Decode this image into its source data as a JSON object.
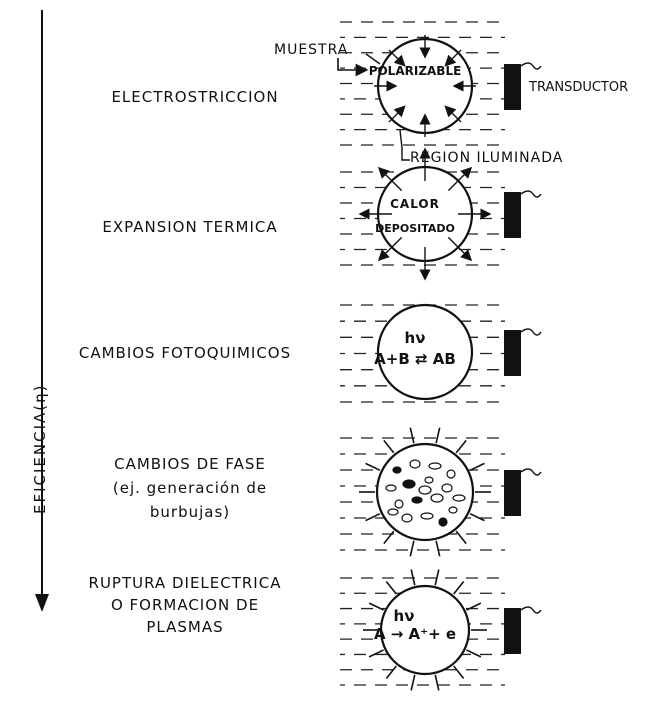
{
  "axis": {
    "label": "EFICIENCIA",
    "symbol": "(η)"
  },
  "mechanisms": [
    {
      "title_lines": [
        "ELECTROSTRICCION"
      ],
      "circle_text": [
        "POLARIZABLE"
      ]
    },
    {
      "title_lines": [
        "EXPANSION  TERMICA"
      ],
      "circle_text": [
        "CALOR",
        "DEPOSITADO"
      ]
    },
    {
      "title_lines": [
        "CAMBIOS FOTOQUIMICOS"
      ],
      "circle_text": [
        "hν",
        "A+B ⇄ AB"
      ]
    },
    {
      "title_lines": [
        "CAMBIOS  DE  FASE",
        "(ej. generación  de",
        "burbujas)"
      ],
      "circle_text": []
    },
    {
      "title_lines": [
        "RUPTURA  DIELECTRICA",
        "O  FORMACION  DE",
        "PLASMAS"
      ],
      "circle_text": [
        "hν",
        "A → A⁺+ e"
      ]
    }
  ],
  "callouts": {
    "muestra": "MUESTRA",
    "transductor": "TRANSDUCTOR",
    "region": "REGION ILUMINADA"
  }
}
